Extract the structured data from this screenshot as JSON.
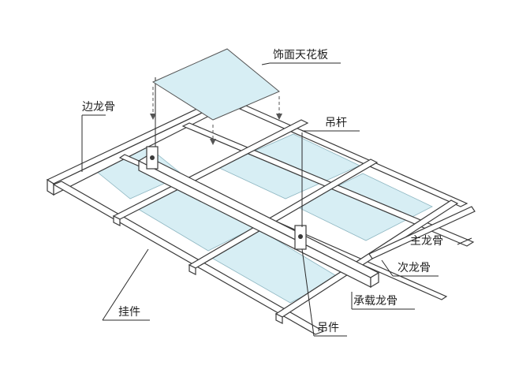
{
  "diagram": {
    "labels": {
      "ceiling_panel": "饰面天花板",
      "edge_keel": "边龙骨",
      "hanger_rod": "吊杆",
      "main_keel": "主龙骨",
      "secondary_keel": "次龙骨",
      "bearing_keel": "承载龙骨",
      "hanger_clip": "挂件",
      "hanger": "吊件"
    },
    "colors": {
      "panel_fill": "#d7eef4",
      "panel_edge": "#8fb7c2",
      "line": "#3a3a3a",
      "background": "#ffffff"
    }
  }
}
